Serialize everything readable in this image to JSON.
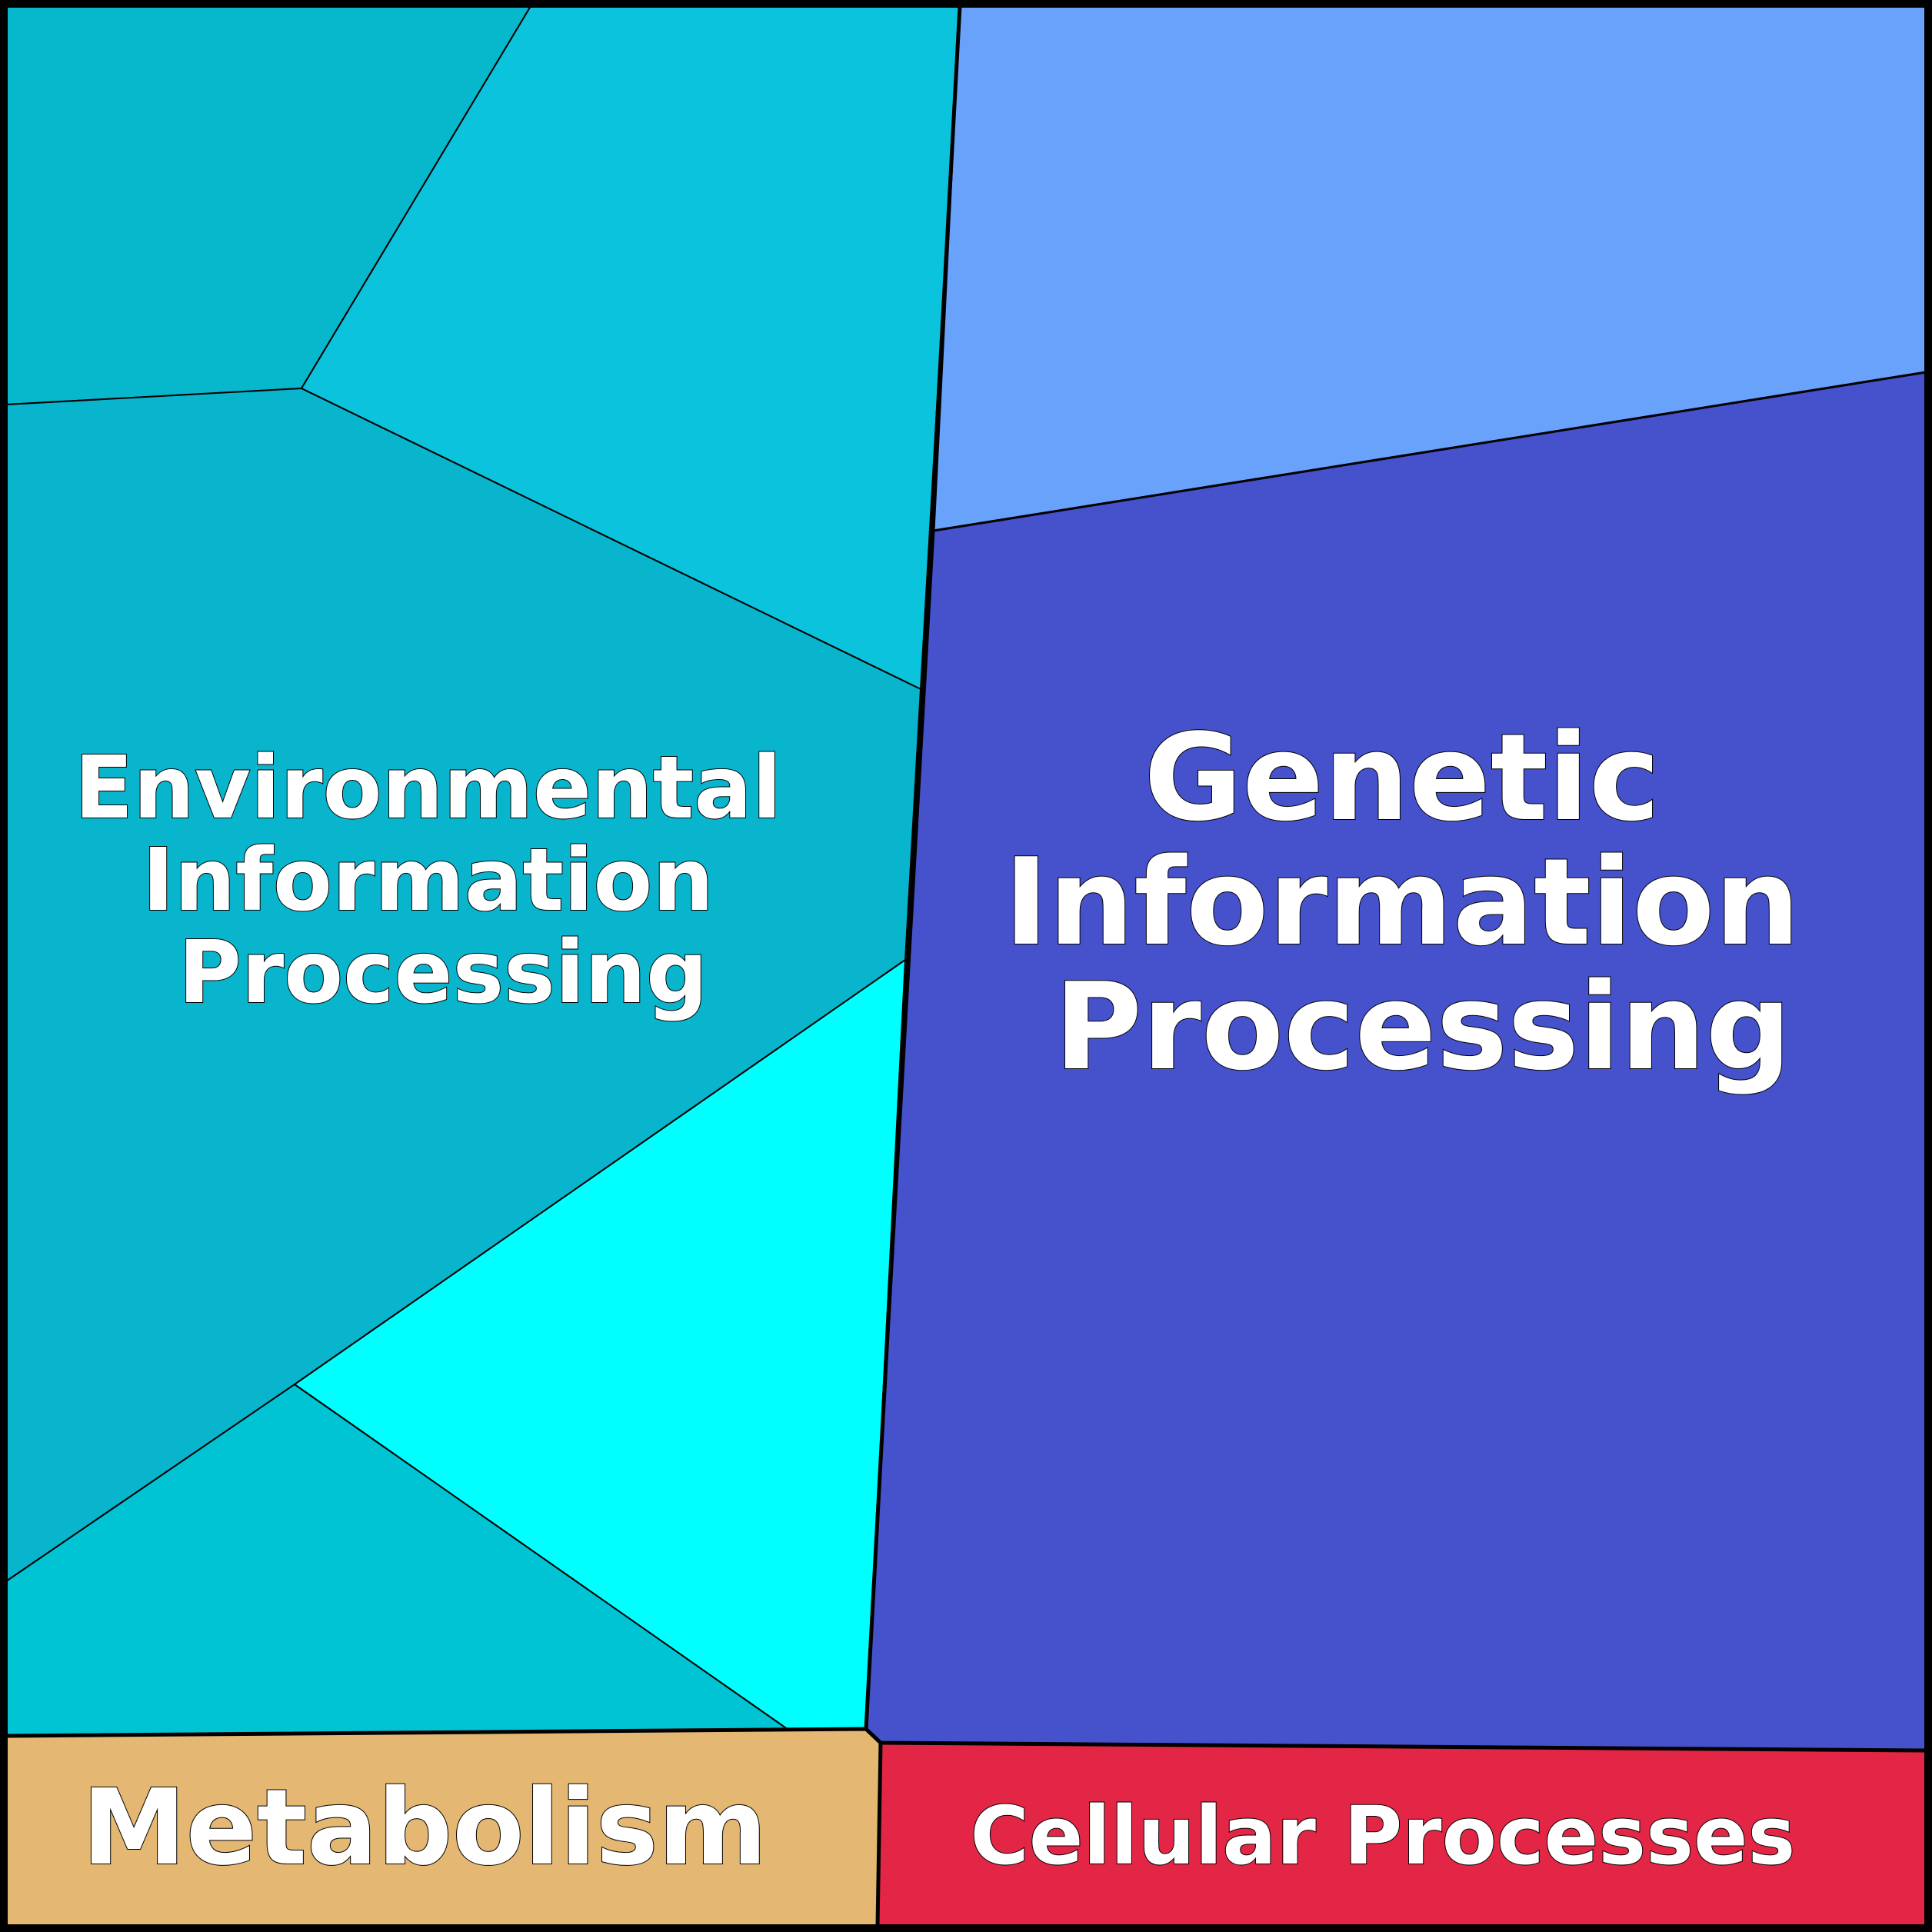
{
  "diagram": {
    "type": "voronoi-treemap",
    "categories": [
      {
        "id": "environmental",
        "lines": [
          "Environmental",
          "Information",
          "Processing"
        ],
        "color": "#08B5CC",
        "cells": [
          {
            "name": "cell-1",
            "color": "#07B7CC"
          },
          {
            "name": "cell-2",
            "color": "#0BC3DC"
          },
          {
            "name": "cell-3",
            "color": "#08B5CC"
          },
          {
            "name": "cell-4",
            "color": "#00FFFF"
          },
          {
            "name": "cell-5",
            "color": "#00C4D4"
          }
        ]
      },
      {
        "id": "genetic",
        "lines": [
          "Genetic",
          "Information",
          "Processing"
        ],
        "color": "#4652CC",
        "cells": [
          {
            "name": "cell-1",
            "color": "#68A2FA"
          },
          {
            "name": "cell-2",
            "color": "#4652CC"
          }
        ]
      },
      {
        "id": "metabolism",
        "lines": [
          "Metabolism"
        ],
        "color": "#E4B772",
        "cells": [
          {
            "name": "cell-1",
            "color": "#E4B772"
          }
        ]
      },
      {
        "id": "cellular",
        "lines": [
          "Cellular Processes"
        ],
        "color": "#E32645",
        "cells": [
          {
            "name": "cell-1",
            "color": "#E32645"
          }
        ]
      }
    ]
  }
}
